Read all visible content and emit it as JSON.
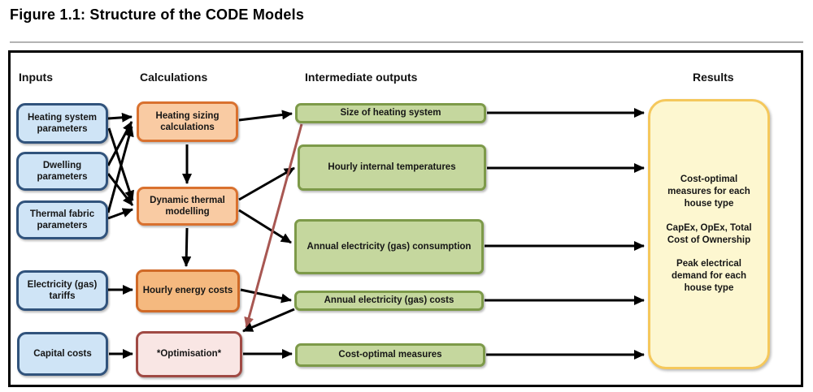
{
  "title": "Figure 1.1: Structure of the CODE Models",
  "headers": {
    "inputs": "Inputs",
    "calculations": "Calculations",
    "intermediate_outputs": "Intermediate outputs",
    "results": "Results"
  },
  "inputs": [
    {
      "label": "Heating system parameters"
    },
    {
      "label": "Dwelling parameters"
    },
    {
      "label": "Thermal fabric parameters"
    },
    {
      "label": "Electricity (gas) tariffs"
    },
    {
      "label": "Capital costs"
    }
  ],
  "calculations": [
    {
      "label": "Heating sizing calculations"
    },
    {
      "label": "Dynamic thermal modelling"
    },
    {
      "label": "Hourly energy costs"
    },
    {
      "label": "*Optimisation*"
    }
  ],
  "intermediate_outputs": [
    {
      "label": "Size of heating system"
    },
    {
      "label": "Hourly internal temperatures"
    },
    {
      "label": "Annual electricity (gas) consumption"
    },
    {
      "label": "Annual electricity (gas) costs"
    },
    {
      "label": "Cost-optimal measures"
    }
  ],
  "results": [
    "Cost-optimal measures for each house type",
    "CapEx, OpEx, Total Cost of Ownership",
    "Peak electrical demand for each house type"
  ],
  "colors": {
    "input_fill": "#cfe4f6",
    "input_border": "#31537c",
    "calculation_fill": "#f9cba3",
    "calculation_fill_dark": "#f5b97f",
    "calculation_border": "#d9712f",
    "optimisation_fill": "#f9e6e4",
    "optimisation_border": "#a04a44",
    "intermediate_fill": "#c5d79e",
    "intermediate_border": "#7d9a49",
    "results_fill": "#fdf7d0",
    "results_border": "#f5c85c",
    "arrow_black": "#000000",
    "arrow_red": "#a85752"
  }
}
